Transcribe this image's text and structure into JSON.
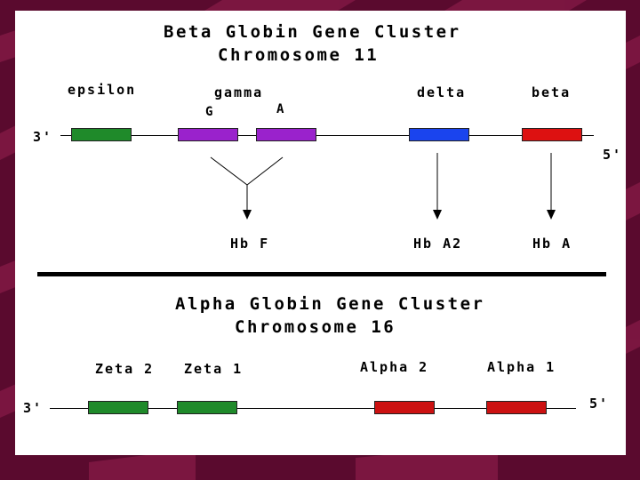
{
  "beta": {
    "title": "Beta Globin Gene Cluster",
    "chromosome": "Chromosome 11",
    "genes": {
      "epsilon": "epsilon",
      "gamma": "gamma",
      "gamma_g": "G",
      "gamma_a": "A",
      "delta": "delta",
      "beta": "beta"
    },
    "end_left": "3'",
    "end_right": "5'",
    "products": {
      "hbf": "Hb F",
      "hba2": "Hb A2",
      "hba": "Hb A"
    }
  },
  "alpha": {
    "title": "Alpha Globin Gene Cluster",
    "chromosome": "Chromosome 16",
    "genes": {
      "zeta2": "Zeta 2",
      "zeta1": "Zeta 1",
      "alpha2": "Alpha 2",
      "alpha1": "Alpha 1"
    },
    "end_left": "3'",
    "end_right": "5'"
  },
  "colors": {
    "background": "#5a0a2e",
    "stripe": "#8a1a4a",
    "epsilon": "#1f8a2a",
    "gamma": "#9a22cc",
    "delta": "#1a44ee",
    "beta": "#dd1111",
    "zeta": "#1f8a2a",
    "alpha": "#cc1111"
  }
}
